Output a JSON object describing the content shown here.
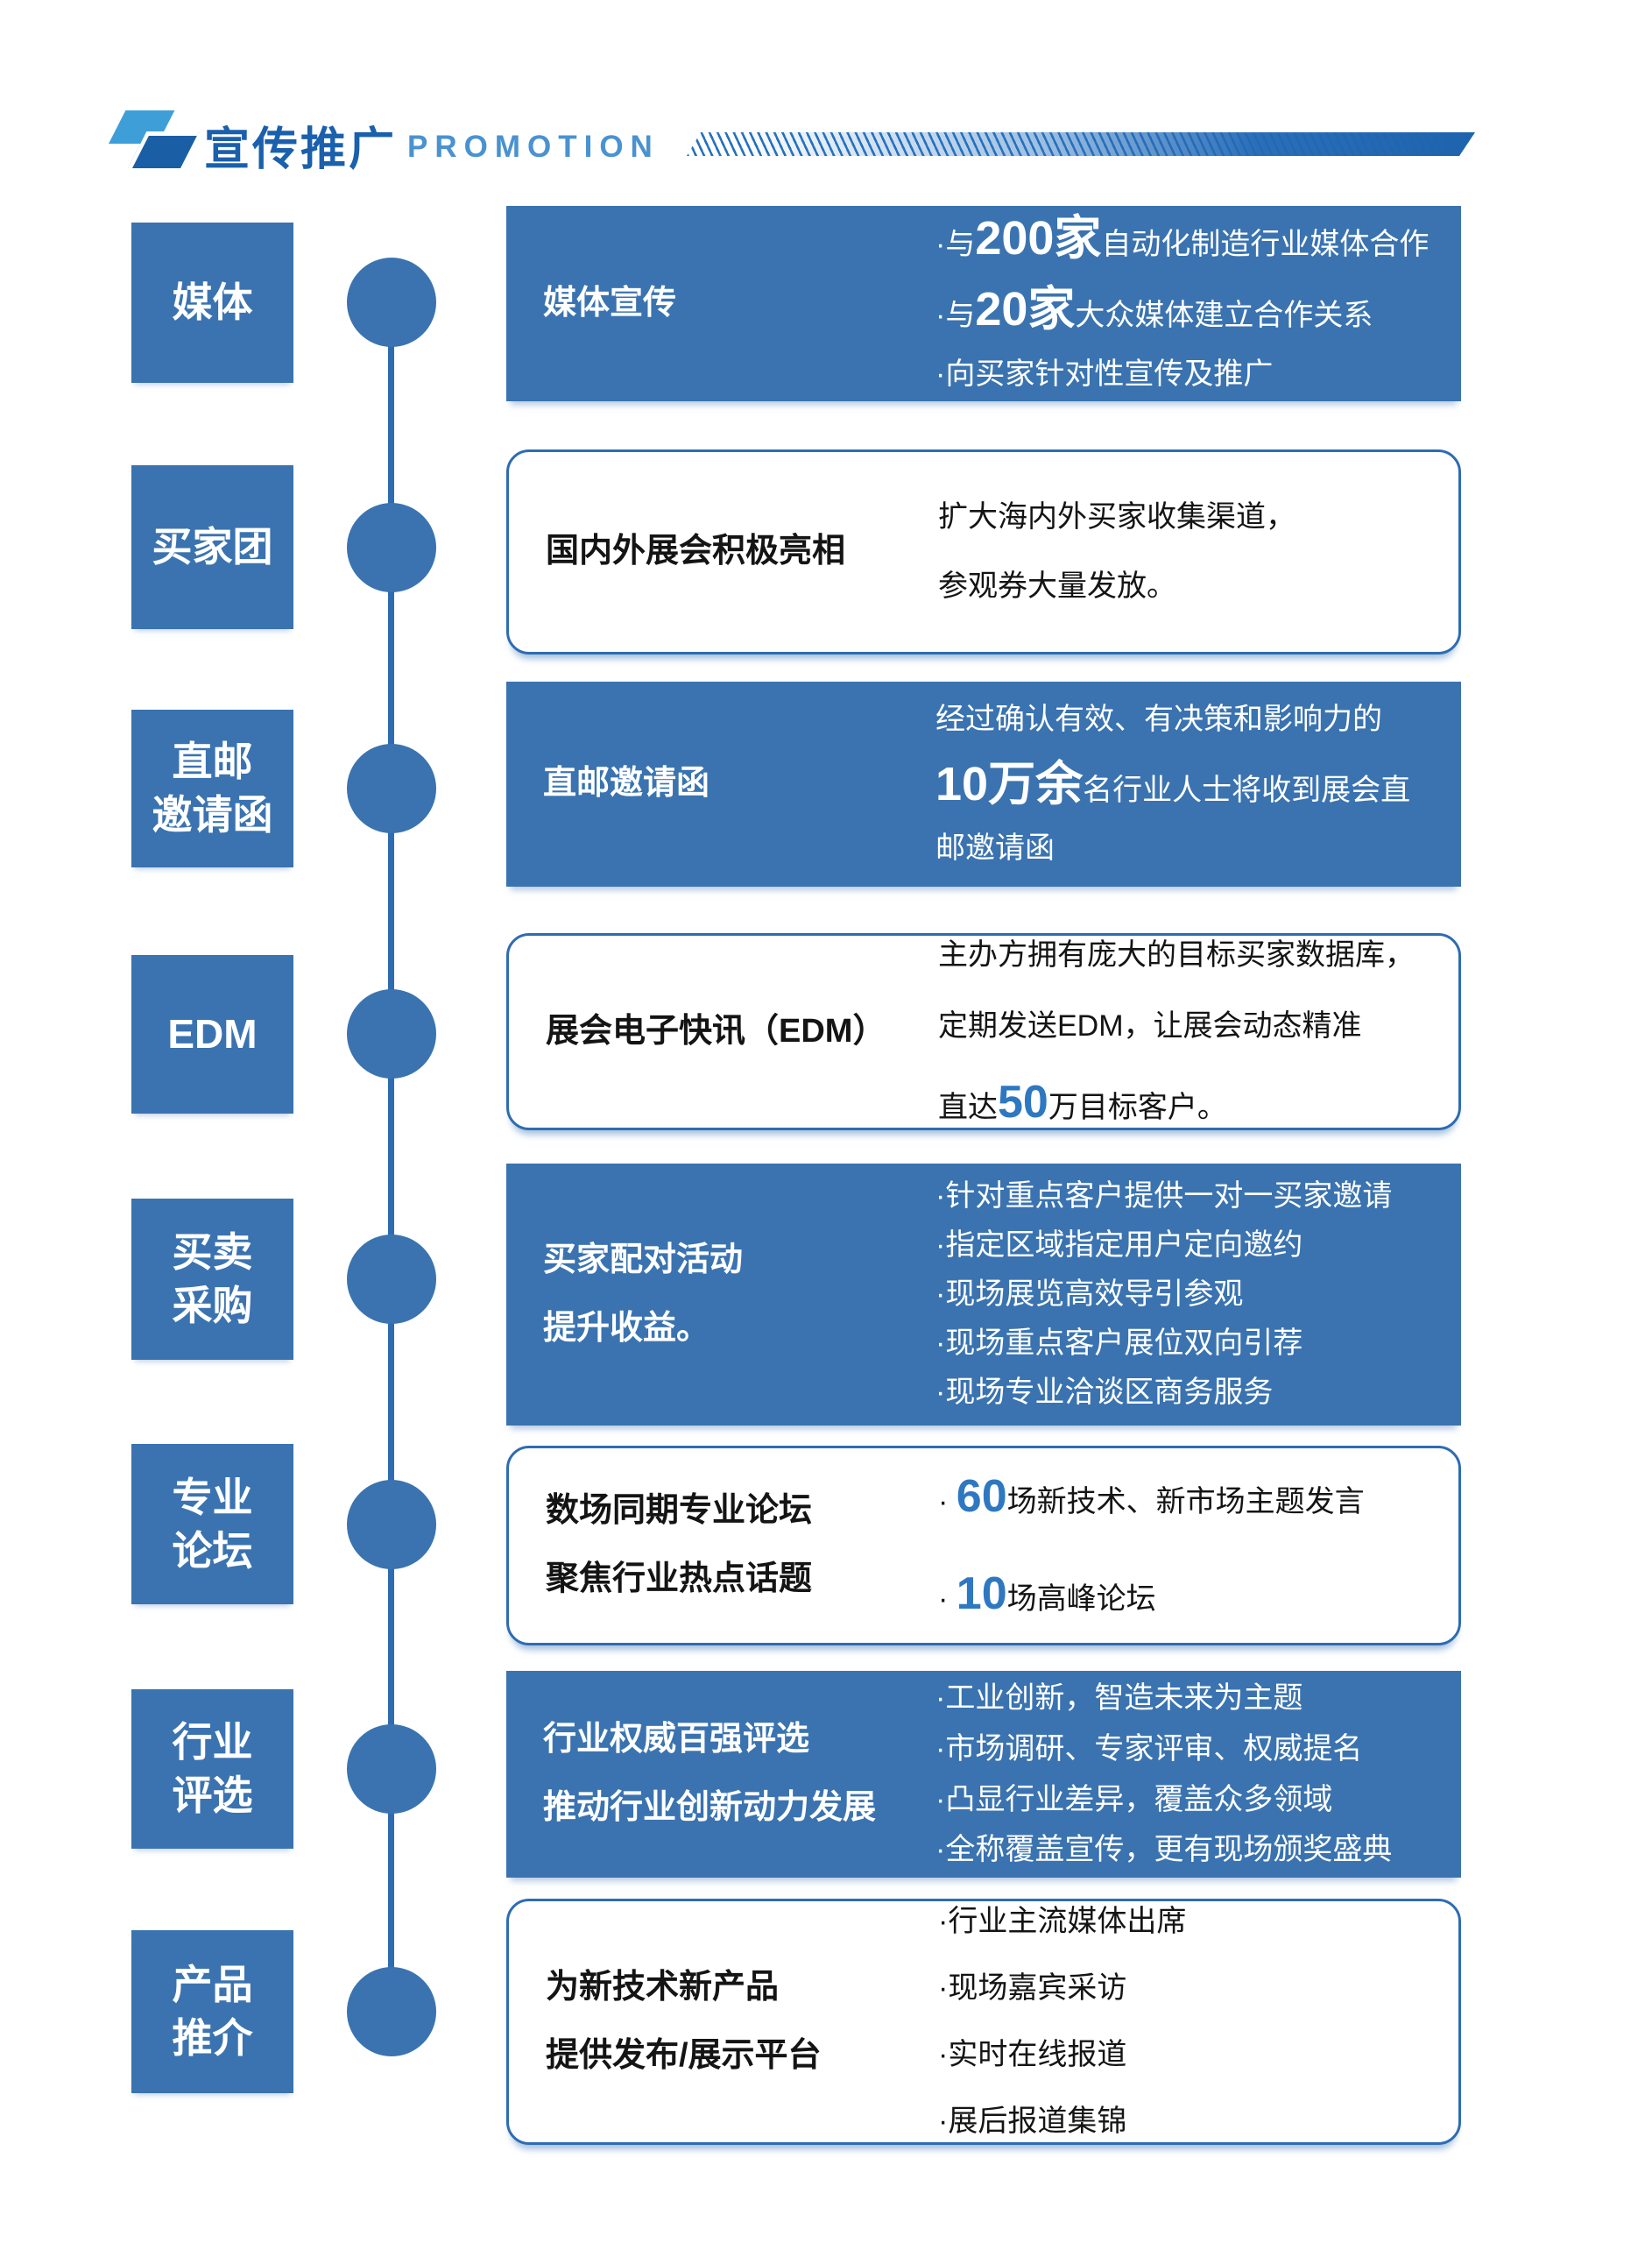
{
  "header": {
    "logo_icon": "overlapping-parallelograms-logo",
    "title": "宣传推广",
    "subtitle": "PROMOTION"
  },
  "colors": {
    "primary_blue": "#3a73b0",
    "border_blue": "#2e6cb2",
    "accent_number_blue": "#2e78c1",
    "header_title_blue": "#1a60ac",
    "subtitle_blue": "#4a92d0",
    "stripe_band_blue": "#2671bf",
    "logo_light_blue": "#3e9fd8",
    "logo_dark_blue": "#1a5ea6"
  },
  "rows": [
    {
      "id": "media",
      "label": "媒体",
      "card_style": "solid",
      "title": "媒体宣传",
      "body": [
        [
          {
            "t": "·与",
            "s": "n"
          },
          {
            "t": "200家",
            "s": "b"
          },
          {
            "t": "自动化制造行业媒体合作",
            "s": "n"
          }
        ],
        [
          {
            "t": "·与",
            "s": "n"
          },
          {
            "t": "20家",
            "s": "b"
          },
          {
            "t": "大众媒体建立合作关系",
            "s": "n"
          }
        ],
        [
          {
            "t": "·向买家针对性宣传及推广",
            "s": "n"
          }
        ]
      ]
    },
    {
      "id": "buyer-group",
      "label": "买家团",
      "card_style": "outline",
      "title": "国内外展会积极亮相",
      "body": [
        [
          {
            "t": "扩大海内外买家收集渠道，",
            "s": "n"
          }
        ],
        [
          {
            "t": "参观券大量发放。",
            "s": "n"
          }
        ]
      ]
    },
    {
      "id": "direct-mail",
      "label": "直邮\n邀请函",
      "card_style": "solid",
      "title": "直邮邀请函",
      "body": [
        [
          {
            "t": "经过确认有效、有决策和影响力的",
            "s": "n"
          }
        ],
        [
          {
            "t": "10万余",
            "s": "b"
          },
          {
            "t": "名行业人士将收到展会直",
            "s": "n"
          }
        ],
        [
          {
            "t": "邮邀请函",
            "s": "n"
          }
        ]
      ]
    },
    {
      "id": "edm",
      "label": "EDM",
      "card_style": "outline",
      "title": "展会电子快讯（EDM）",
      "body": [
        [
          {
            "t": "主办方拥有庞大的目标买家数据库，",
            "s": "n"
          }
        ],
        [
          {
            "t": "定期发送EDM，让展会动态精准",
            "s": "n"
          }
        ],
        [
          {
            "t": "直达",
            "s": "n"
          },
          {
            "t": "50",
            "s": "a"
          },
          {
            "t": "万目标客户。",
            "s": "n"
          }
        ]
      ]
    },
    {
      "id": "trade-purchase",
      "label": "买卖\n采购",
      "card_style": "solid",
      "title": "买家配对活动\n提升收益。",
      "body": [
        [
          {
            "t": "·针对重点客户提供一对一买家邀请",
            "s": "n"
          }
        ],
        [
          {
            "t": "·指定区域指定用户定向邀约",
            "s": "n"
          }
        ],
        [
          {
            "t": "·现场展览高效导引参观",
            "s": "n"
          }
        ],
        [
          {
            "t": "·现场重点客户展位双向引荐",
            "s": "n"
          }
        ],
        [
          {
            "t": "·现场专业洽谈区商务服务",
            "s": "n"
          }
        ]
      ]
    },
    {
      "id": "forum",
      "label": "专业\n论坛",
      "card_style": "outline",
      "title": "数场同期专业论坛\n聚焦行业热点话题",
      "body": [
        [
          {
            "t": "· ",
            "s": "n"
          },
          {
            "t": "60",
            "s": "a"
          },
          {
            "t": "场新技术、新市场主题发言",
            "s": "n"
          }
        ],
        [
          {
            "t": "· ",
            "s": "n"
          },
          {
            "t": "10",
            "s": "a"
          },
          {
            "t": "场高峰论坛",
            "s": "n"
          }
        ]
      ]
    },
    {
      "id": "industry-award",
      "label": "行业\n评选",
      "card_style": "solid",
      "title": "行业权威百强评选\n推动行业创新动力发展",
      "body": [
        [
          {
            "t": "·工业创新，智造未来为主题",
            "s": "n"
          }
        ],
        [
          {
            "t": "·市场调研、专家评审、权威提名",
            "s": "n"
          }
        ],
        [
          {
            "t": "·凸显行业差异，覆盖众多领域",
            "s": "n"
          }
        ],
        [
          {
            "t": "·全称覆盖宣传，更有现场颁奖盛典",
            "s": "n"
          }
        ]
      ]
    },
    {
      "id": "product-launch",
      "label": "产品\n推介",
      "card_style": "outline",
      "title": "为新技术新产品\n提供发布/展示平台",
      "body": [
        [
          {
            "t": "·行业主流媒体出席",
            "s": "n"
          }
        ],
        [
          {
            "t": "·现场嘉宾采访",
            "s": "n"
          }
        ],
        [
          {
            "t": "·实时在线报道",
            "s": "n"
          }
        ],
        [
          {
            "t": "·展后报道集锦",
            "s": "n"
          }
        ]
      ]
    }
  ]
}
